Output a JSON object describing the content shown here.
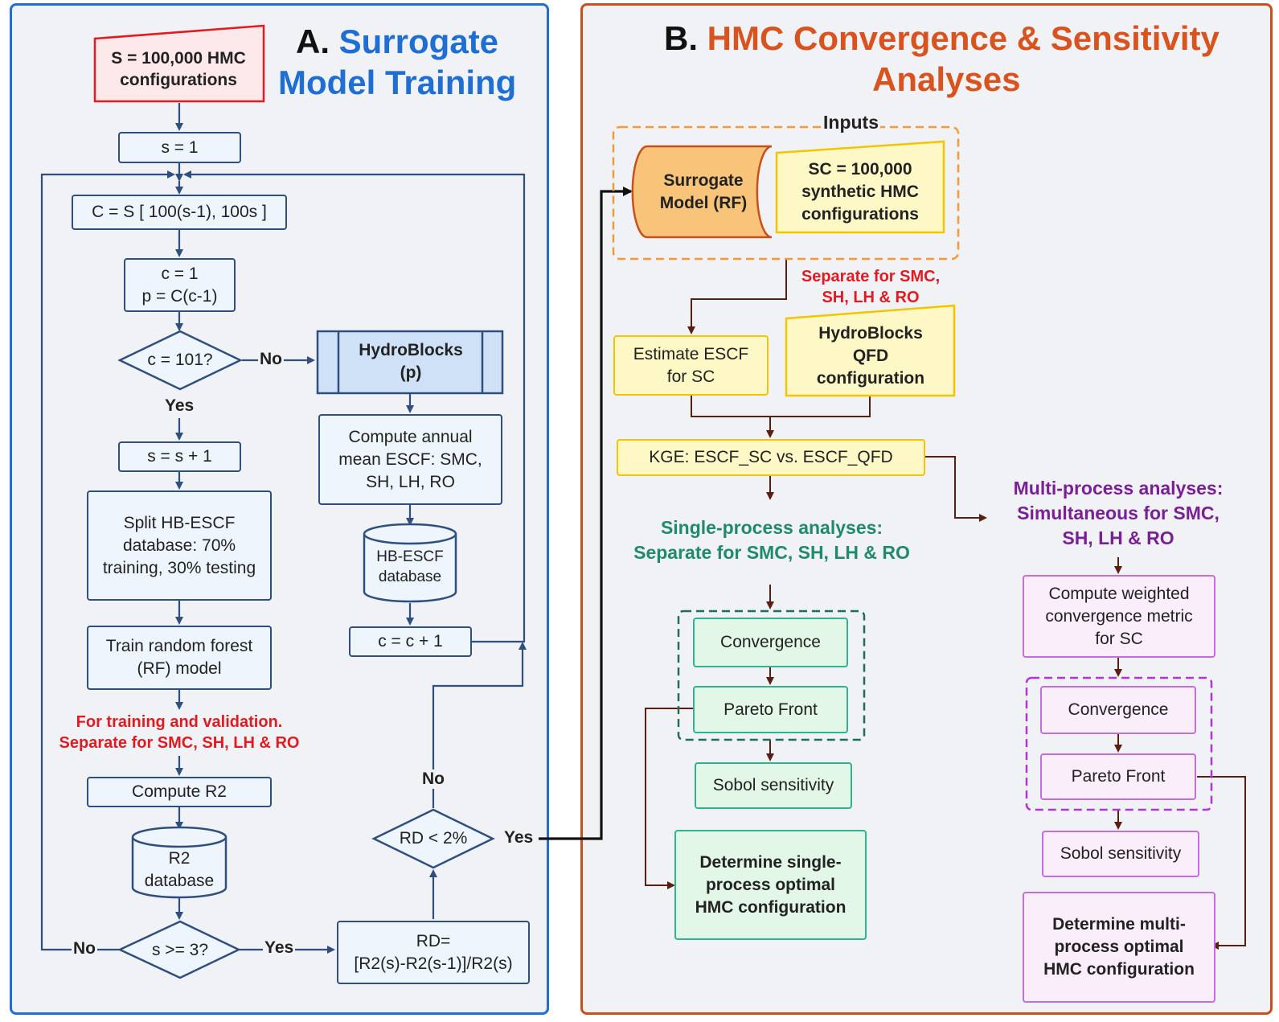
{
  "panel_a": {
    "letter": "A.",
    "title_line1": "Surrogate",
    "title_line2": "Model Training",
    "start": "S = 100,000 HMC configurations",
    "s_init": "s = 1",
    "c_select": "C = S [ 100(s-1), 100s ]",
    "c_init_line1": "c = 1",
    "c_init_line2": "p = C(c-1)",
    "c_check": "c = 101?",
    "hydroblocks_line1": "HydroBlocks",
    "hydroblocks_line2": "(p)",
    "compute_escf": "Compute annual mean ESCF: SMC, SH, LH, RO",
    "hb_db": "HB-ESCF database",
    "c_inc": "c = c + 1",
    "s_inc": "s = s + 1",
    "split": "Split HB-ESCF database: 70% training, 30% testing",
    "train": "Train random forest (RF) model",
    "note_line1": "For training and validation.",
    "note_line2": "Separate for SMC, SH, LH & RO",
    "compute_r2": "Compute R2",
    "r2_db": "R2 database",
    "s_check": "s >= 3?",
    "rd_line1": "RD=",
    "rd_line2": "[R2(s)-R2(s-1)]/R2(s)",
    "rd_check": "RD < 2%",
    "label_no": "No",
    "label_yes": "Yes"
  },
  "panel_b": {
    "letter": "B.",
    "title_line1": "HMC Convergence & Sensitivity",
    "title_line2": "Analyses",
    "inputs": "Inputs",
    "surrogate": "Surrogate Model (RF)",
    "sc": "SC = 100,000 synthetic HMC configurations",
    "separate_line1": "Separate for SMC,",
    "separate_line2": "SH, LH & RO",
    "estimate": "Estimate ESCF for SC",
    "hb_qfd": "HydroBlocks QFD configuration",
    "kge": "KGE: ESCF_SC vs. ESCF_QFD",
    "single_line1": "Single-process analyses:",
    "single_line2": "Separate for SMC, SH, LH & RO",
    "multi_line1": "Multi-process analyses:",
    "multi_line2": "Simultaneous for SMC,",
    "multi_line3": "SH, LH & RO",
    "weighted": "Compute weighted convergence metric for SC",
    "convergence": "Convergence",
    "pareto": "Pareto Front",
    "sobol": "Sobol sensitivity",
    "single_opt": "Determine single-process optimal HMC configuration",
    "multi_opt": "Determine multi-process optimal HMC configuration"
  },
  "colors": {
    "panel_a_border": "#1f6ed4",
    "panel_b_border": "#c9501c",
    "title_a": "#1f6ed4",
    "title_b": "#d9531e",
    "note_red": "#e01b22",
    "single_teal": "#1f8a6e",
    "multi_purple": "#7a1f96"
  }
}
